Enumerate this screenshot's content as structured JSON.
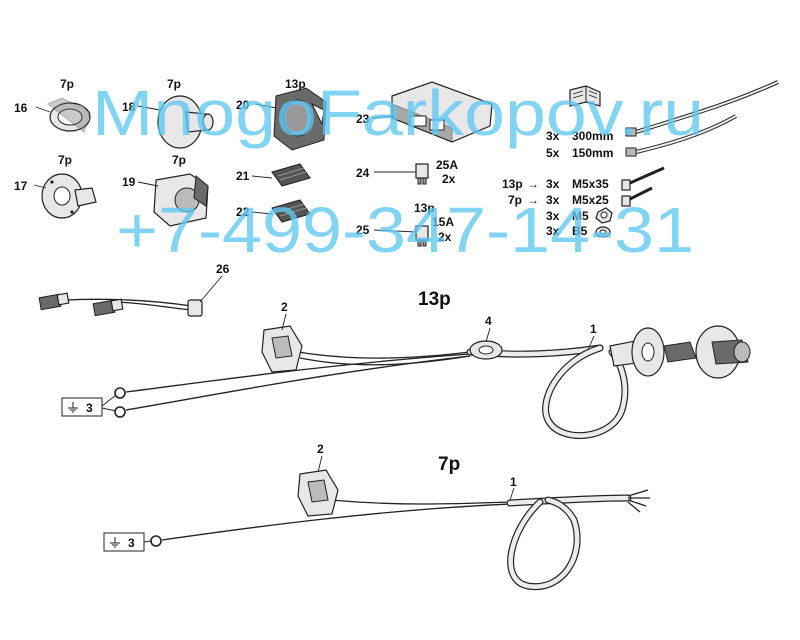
{
  "parts": {
    "p16": {
      "num": "16",
      "pins": "7p"
    },
    "p17": {
      "num": "17",
      "pins": "7p"
    },
    "p18": {
      "num": "18",
      "pins": "7p"
    },
    "p19": {
      "num": "19",
      "pins": "7p"
    },
    "p20": {
      "num": "20",
      "pins": "13p"
    },
    "p21": {
      "num": "21"
    },
    "p22": {
      "num": "22"
    },
    "p23": {
      "num": "23"
    },
    "p24": {
      "num": "24",
      "rating": "25A",
      "qty": "2x"
    },
    "p25": {
      "num": "25",
      "pins": "13p",
      "rating": "15A",
      "qty": "2x"
    },
    "p26": {
      "num": "26"
    }
  },
  "ties": [
    {
      "qty": "3x",
      "size": "300mm"
    },
    {
      "qty": "5x",
      "size": "150mm"
    }
  ],
  "hardware": [
    {
      "pins": "13p",
      "arrow": "→",
      "qty": "3x",
      "item": "M5x35"
    },
    {
      "pins": "7p",
      "arrow": "→",
      "qty": "3x",
      "item": "M5x25"
    },
    {
      "qty": "3x",
      "item": "M5"
    },
    {
      "qty": "3x",
      "item": "B5"
    }
  ],
  "harness13": {
    "title": "13p",
    "label1": "1",
    "label2": "2",
    "label4": "4",
    "ground_qty": "3"
  },
  "harness7": {
    "title": "7p",
    "label1": "1",
    "label2": "2",
    "ground_qty": "3"
  },
  "watermark": {
    "line1": "MnogoFarkopov.ru",
    "line2": "+7-499-347-14-31",
    "color": "#5ec8f2"
  }
}
